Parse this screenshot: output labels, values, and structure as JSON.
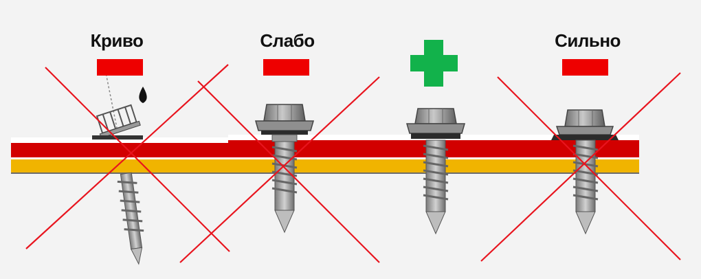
{
  "colors": {
    "background": "#f3f3f3",
    "roof_red": "#d20000",
    "roof_yellow": "#f0b400",
    "minus_red": "#ee0000",
    "plus_green": "#12b24b",
    "cross_red": "#e8141e",
    "screw_gray": "#9a9a9a"
  },
  "panels": [
    {
      "label": "Криво",
      "verdict": "minus",
      "crossed": true,
      "screw_state": "crooked"
    },
    {
      "label": "Слабо",
      "verdict": "minus",
      "crossed": true,
      "screw_state": "loose"
    },
    {
      "label": "",
      "verdict": "plus",
      "crossed": false,
      "screw_state": "correct"
    },
    {
      "label": "Сильно",
      "verdict": "minus",
      "crossed": true,
      "screw_state": "overtightened"
    }
  ]
}
